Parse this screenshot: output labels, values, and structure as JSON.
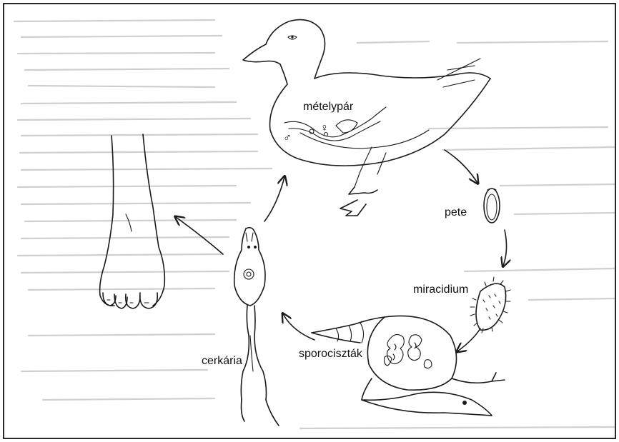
{
  "diagram": {
    "labels": {
      "adult_pair": "mételypár",
      "egg": "pete",
      "miracidium": "miracidium",
      "sporocysts": "sporociszták",
      "cercaria": "cerkária"
    },
    "colors": {
      "background": "#ffffff",
      "ink": "#1a1a1a",
      "paper_texture": "#d8d8d8",
      "frame": "#111111"
    },
    "icons": [
      "duck-icon",
      "egg-icon",
      "miracidium-icon",
      "snail-icon",
      "cercaria-icon",
      "human-foot-icon"
    ]
  }
}
